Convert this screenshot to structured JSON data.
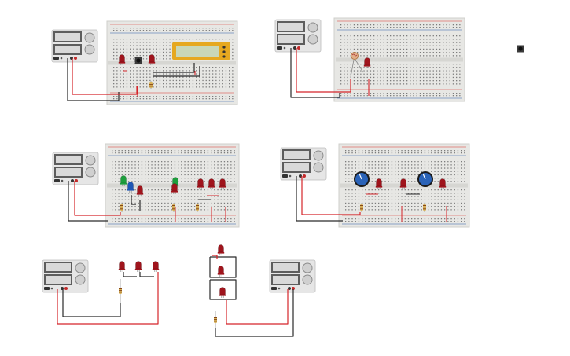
{
  "canvas": {
    "background": "#ffffff",
    "description_free": true
  },
  "colors": {
    "breadboard": "#e7e7e4",
    "breadboard_edge": "#cfcfcb",
    "rail_red": "#d9322c",
    "rail_blue": "#2f5aa8",
    "hole": "#7b7b7b",
    "psu_body": "#e6e6e6",
    "psu_panel": "#5d5d5d",
    "psu_display": "#d9d9d9",
    "wire_red": "#d5252a",
    "wire_black": "#2a2a2a",
    "led_red": "#a0141c",
    "led_green": "#1d9e3c",
    "led_blue": "#1f57b5",
    "resistor": "#d9b35a",
    "lcd_frame": "#e6a820",
    "lcd_screen": "#c9d7b8",
    "pot": "#2a63b8",
    "component_gray": "#3a3a3a"
  },
  "icons": {
    "power_supply": "dc-power-supply-icon",
    "breadboard": "breadboard-icon",
    "led": "led-icon",
    "resistor": "resistor-icon",
    "pushbutton": "pushbutton-icon",
    "lcd": "lcd-display-icon",
    "potentiometer": "potentiometer-icon",
    "photoresistor": "photoresistor-icon"
  },
  "circuits": [
    {
      "id": "circuit-lcd",
      "components": [
        "power_supply",
        "breadboard",
        "led",
        "led",
        "pushbutton",
        "resistor",
        "lcd"
      ]
    },
    {
      "id": "circuit-photoresistor",
      "components": [
        "power_supply",
        "breadboard",
        "photoresistor",
        "led"
      ]
    },
    {
      "id": "circuit-pushbutton-standalone",
      "components": [
        "pushbutton"
      ]
    },
    {
      "id": "circuit-rgb-leds",
      "components": [
        "power_supply",
        "breadboard",
        "led",
        "led",
        "led",
        "led",
        "led",
        "led",
        "resistor",
        "resistor",
        "resistor",
        "resistor"
      ]
    },
    {
      "id": "circuit-potentiometers",
      "components": [
        "power_supply",
        "breadboard",
        "potentiometer",
        "potentiometer",
        "led",
        "led",
        "led",
        "led",
        "resistor",
        "resistor"
      ]
    },
    {
      "id": "circuit-series-leds",
      "components": [
        "power_supply",
        "led",
        "led",
        "led",
        "resistor"
      ]
    },
    {
      "id": "circuit-parallel-leds",
      "components": [
        "power_supply",
        "led",
        "led",
        "led",
        "resistor"
      ]
    }
  ]
}
